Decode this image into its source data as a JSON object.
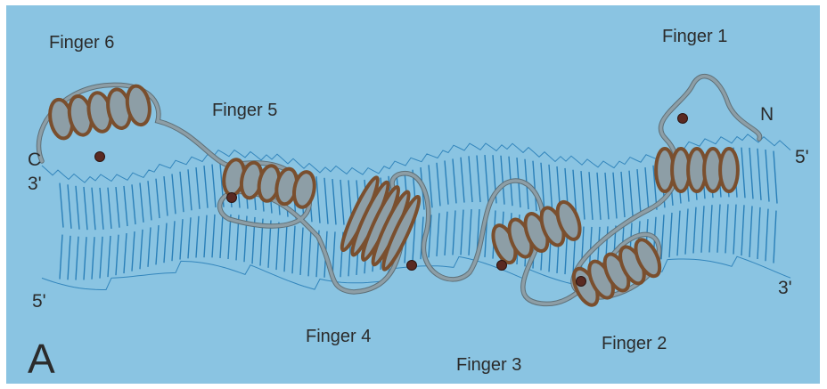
{
  "figure": {
    "panel_letter": "A",
    "colors": {
      "background": "#8ac4e2",
      "dna_strand": "#2a7fb8",
      "protein_ribbon": "#8d9ea6",
      "protein_helix_edge": "#7a4f2e",
      "zinc_atom": "#5a2a22",
      "label_text": "#2b2b2b"
    },
    "finger_labels": {
      "finger1": "Finger 1",
      "finger2": "Finger 2",
      "finger3": "Finger 3",
      "finger4": "Finger 4",
      "finger5": "Finger 5",
      "finger6": "Finger 6"
    },
    "terminus_labels": {
      "n_terminus": "N",
      "c_terminus": "C"
    },
    "dna_end_labels": {
      "left_top": "3'",
      "left_bottom": "5'",
      "right_top": "5'",
      "right_bottom": "3'"
    }
  }
}
